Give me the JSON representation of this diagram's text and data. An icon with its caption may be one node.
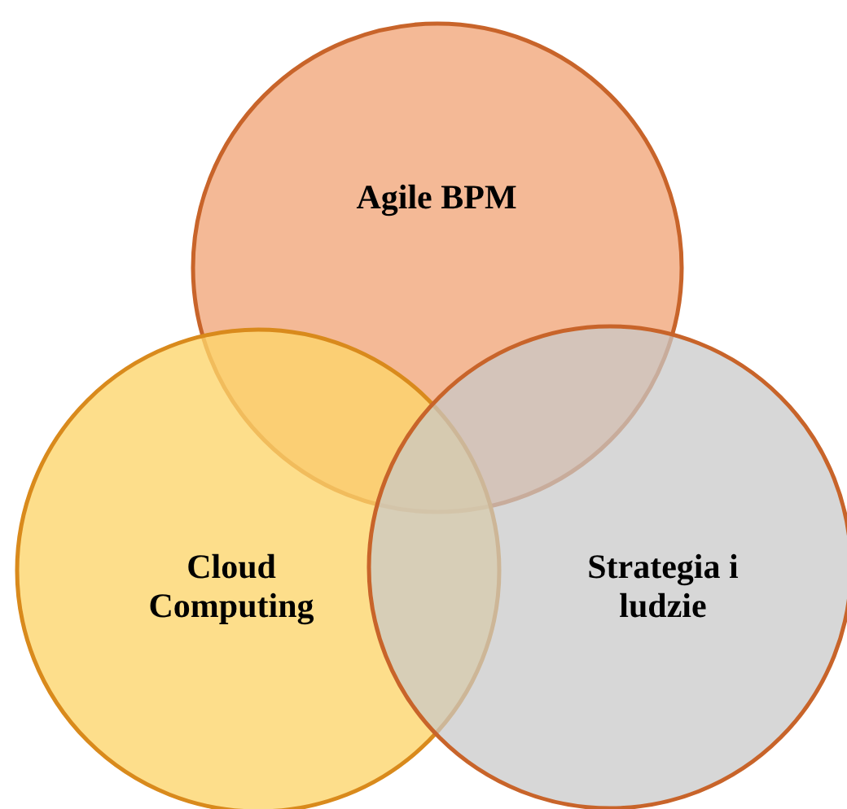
{
  "diagram": {
    "nodes": [
      {
        "text": [
          "Agile BPM"
        ]
      },
      {
        "text": [
          "Cloud Computing"
        ]
      },
      {
        "text": [
          "Strategia i ludzie"
        ]
      }
    ]
  }
}
